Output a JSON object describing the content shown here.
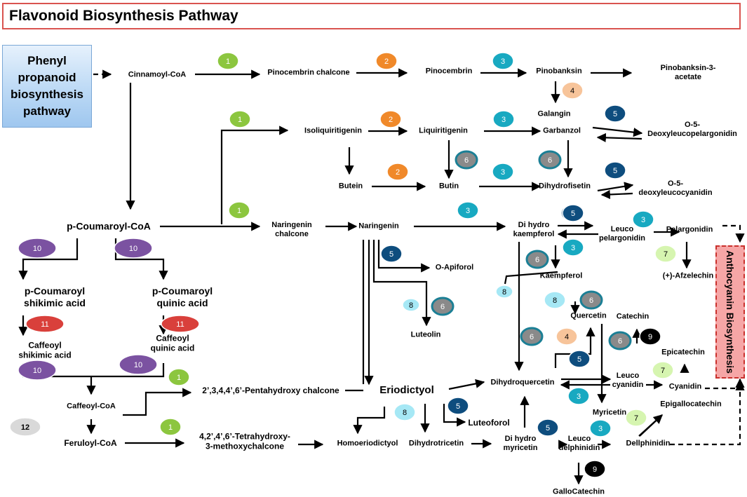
{
  "title": "Flavonoid Biosynthesis Pathway",
  "source_box": "Phenyl\npropanoid\nbiosynthesis\npathway",
  "sink_box": "Anthocyanin Biosynthesis",
  "compounds": {
    "cinnamoyl_coa": "Cinnamoyl-CoA",
    "pinocembrin_chalcone": "Pinocembrin chalcone",
    "pinocembrin": "Pinocembrin",
    "pinobanksin": "Pinobanksin",
    "pinobanksin_acetate": "Pinobanksin-3- acetate",
    "galangin": "Galangin",
    "isoliquiritigenin": "Isoliquiritigenin",
    "liquiritigenin": "Liquiritigenin",
    "garbanzol": "Garbanzol",
    "o5_deoxyleucopelargonidin": "O-5-\nDeoxyleucopelargonidin",
    "butein": "Butein",
    "butin": "Butin",
    "dihydrofisetin": "Dihydrofisetin",
    "o5_deoxyleucocyanidin": "O-5-deoxyleucocyanidin",
    "p_coumaroyl_coa": "p-Coumaroyl-CoA",
    "naringenin_chalcone": "Naringenin\nchalcone",
    "naringenin": "Naringenin",
    "dihydrokaempferol": "Di hydro\nkaempferol",
    "leucopelargonidin": "Leuco\npelargonidin",
    "pelargonidin": "Pelargonidin",
    "o_apiforol": "O-Apiforol",
    "kaempferol": "Kaempferol",
    "afzelechin": "(+)-Afzelechin",
    "p_coumaroyl_shikimic": "p-Coumaroyl\nshikimic acid",
    "p_coumaroyl_quinic": "p-Coumaroyl\nquinic  acid",
    "luteolin": "Luteolin",
    "quercetin": "Quercetin",
    "catechin": "Catechin",
    "caffeoyl_shikimic": "Caffeoyl\nshikimic acid",
    "caffeoyl_quinic": "Caffeoyl\nquinic acid",
    "epicatechin": "Epicatechin",
    "pentahydroxy_chalcone": "2’,3,4,4’,6’-Pentahydroxy chalcone",
    "eriodictyol": "Eriodictyol",
    "dihydroquercetin": "Dihydroquercetin",
    "leucocyanidin": "Leuco\ncyanidin",
    "cyanidin": "Cyanidin",
    "caffeoyl_coa": "Caffeoyl-CoA",
    "luteoforol": "Luteoforol",
    "myricetin": "Myricetin",
    "epigallocatechin": "Epigallocatechin",
    "tetrahydroxy_chalcone": "4,2’,4’,6’-Tetrahydroxy-\n3-methoxychalcone",
    "homoeriodictyol": "Homoeriodictyol",
    "dihydrotricetin": "Dihydrotricetin",
    "dihydromyricetin": "Di hydro\nmyricetin",
    "leucodelphinidin": "Leuco\ndelphinidin",
    "delphinidin": "Dellphinidin",
    "feruloyl_coa": "Feruloyl-CoA",
    "gallocatechin": "GalloCatechin"
  },
  "enzyme_colors": {
    "1": "#8cc63f",
    "2": "#f0892a",
    "3": "#18a9c1",
    "4": "#f7c49a",
    "5": "#0e4d7e",
    "6": "#8a8a8a",
    "7": "#d6f5b0",
    "8": "#a6e8f5",
    "9": "#000000",
    "10": "#7b52a1",
    "11": "#d9403b",
    "12": "#d9d9d9"
  },
  "enzyme_labels": [
    "1",
    "1",
    "1",
    "1",
    "1",
    "2",
    "2",
    "2",
    "3",
    "3",
    "3",
    "3",
    "3",
    "3",
    "3",
    "3",
    "4",
    "4",
    "5",
    "5",
    "5",
    "5",
    "5",
    "5",
    "5",
    "5",
    "6",
    "6",
    "6",
    "6",
    "6",
    "6",
    "6",
    "7",
    "7",
    "7",
    "8",
    "8",
    "8",
    "8",
    "9",
    "9",
    "10",
    "10",
    "10",
    "10",
    "11",
    "11",
    "12"
  ]
}
